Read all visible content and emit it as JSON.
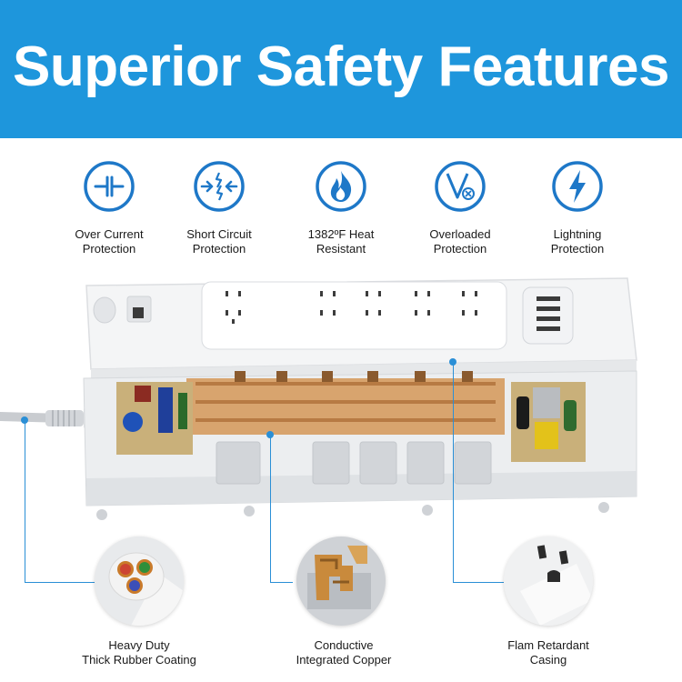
{
  "header": {
    "title": "Superior Safety Features",
    "color": "#1e96dc"
  },
  "accent_color": "#1e78c8",
  "features": [
    {
      "icon": "over-current-icon",
      "line1": "Over Current",
      "line2": "Protection"
    },
    {
      "icon": "short-circuit-icon",
      "line1": "Short Circuit",
      "line2": "Protection"
    },
    {
      "icon": "flame-icon",
      "line1": "1382ºF Heat",
      "line2": "Resistant"
    },
    {
      "icon": "overload-icon",
      "line1": "Overloaded",
      "line2": "Protection"
    },
    {
      "icon": "lightning-icon",
      "line1": "Lightning",
      "line2": "Protection"
    }
  ],
  "details": [
    {
      "icon": "cable-icon",
      "line1": "Heavy Duty",
      "line2": "Thick Rubber Coating"
    },
    {
      "icon": "copper-icon",
      "line1": "Conductive",
      "line2": "Integrated Copper"
    },
    {
      "icon": "outlet-icon",
      "line1": "Flam Retardant",
      "line2": "Casing"
    }
  ]
}
